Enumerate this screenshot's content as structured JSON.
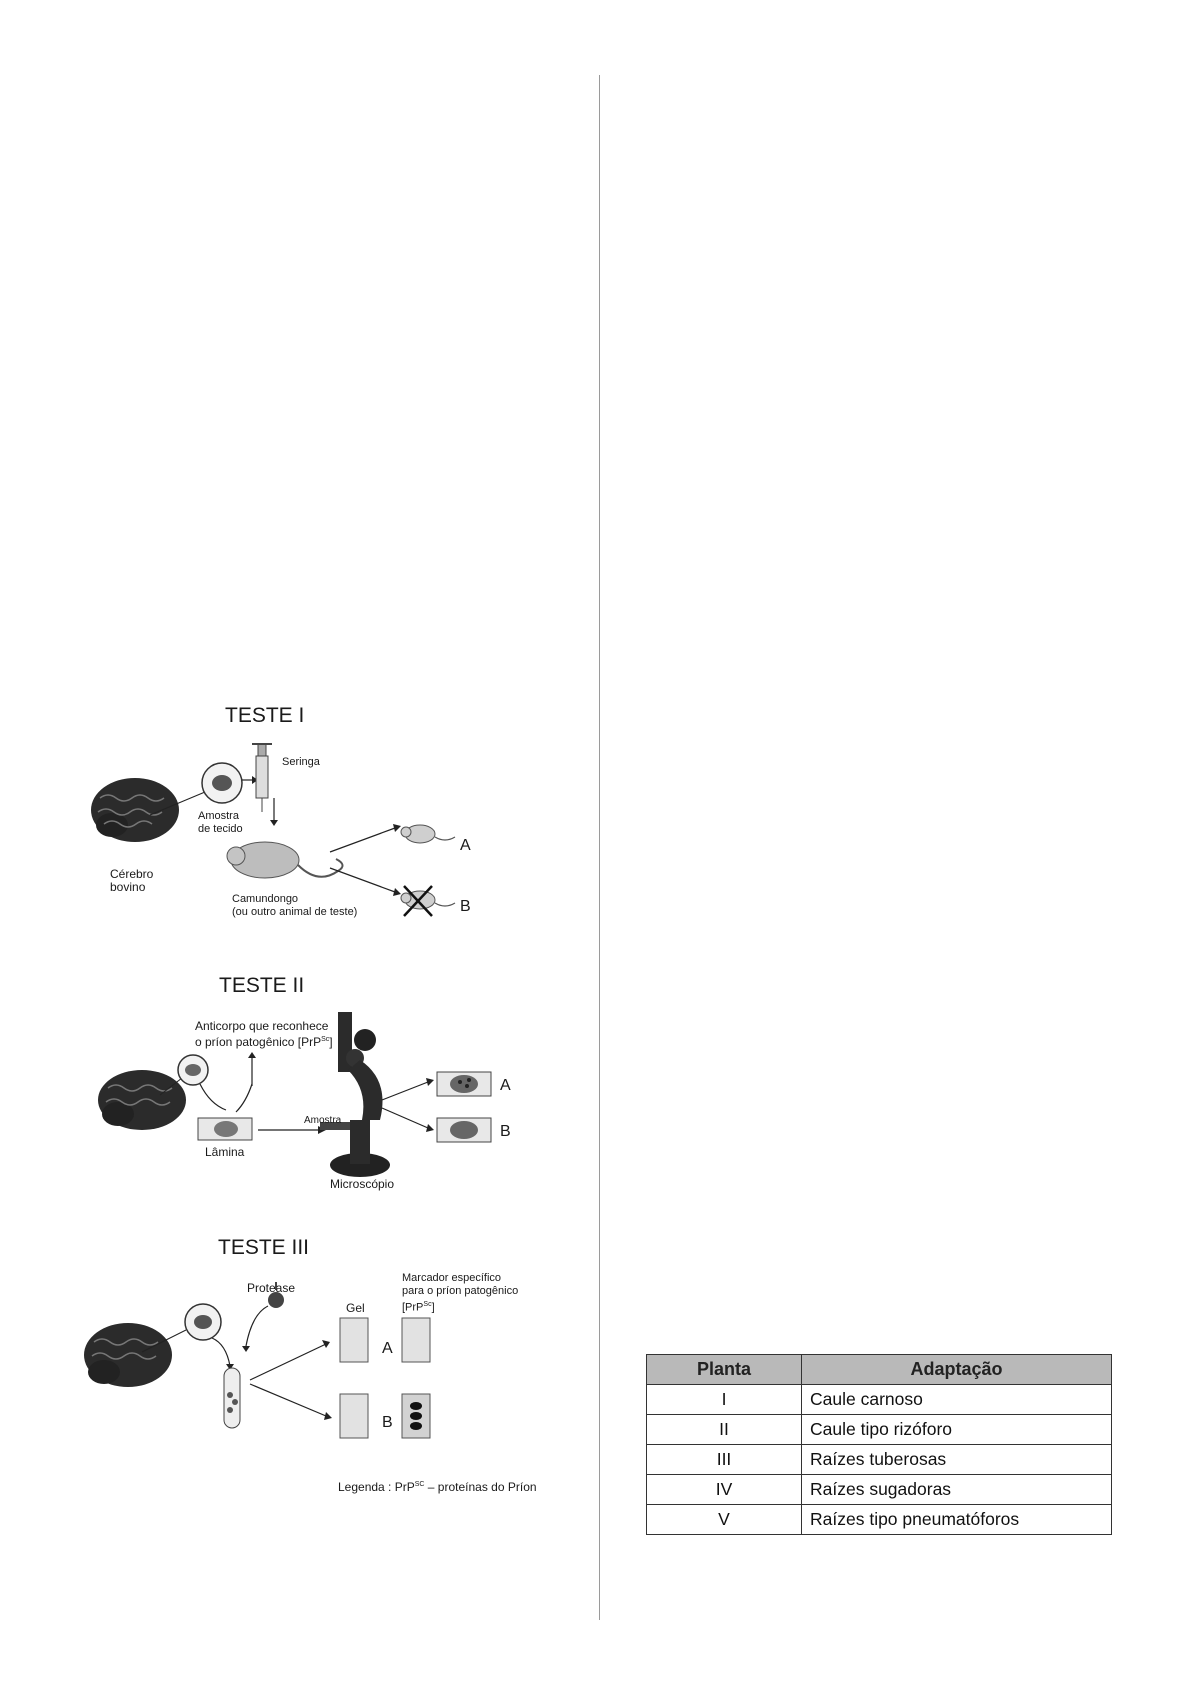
{
  "teste1": {
    "title": "TESTE I",
    "seringa": "Seringa",
    "amostra_line1": "Amostra",
    "amostra_line2": "de tecido",
    "cerebro_line1": "Cérebro",
    "cerebro_line2": "bovino",
    "camundongo_line1": "Camundongo",
    "camundongo_line2": "(ou outro animal de teste)",
    "result_a": "A",
    "result_b": "B"
  },
  "teste2": {
    "title": "TESTE II",
    "anticorpo_line1": "Anticorpo que reconhece",
    "anticorpo_line2_pre": "o príon patogênico [PrP",
    "anticorpo_sup": "Sc",
    "anticorpo_post": "]",
    "amostra": "Amostra",
    "lamina": "Lâmina",
    "microscopio": "Microscópio",
    "result_a": "A",
    "result_b": "B"
  },
  "teste3": {
    "title": "TESTE III",
    "protease": "Protease",
    "gel": "Gel",
    "marcador_line1": "Marcador específico",
    "marcador_line2": "para o príon patogênico",
    "marcador_line3_pre": "[PrP",
    "marcador_sup": "Sc",
    "marcador_post": "]",
    "result_a": "A",
    "result_b": "B"
  },
  "legenda": {
    "pre": "Legenda : PrP",
    "sup": "SC",
    "post": " – proteínas do Príon"
  },
  "table": {
    "headers": [
      "Planta",
      "Adaptação"
    ],
    "rows": [
      [
        "I",
        "Caule carnoso"
      ],
      [
        "II",
        "Caule tipo rizóforo"
      ],
      [
        "III",
        "Raízes tuberosas"
      ],
      [
        "IV",
        "Raízes sugadoras"
      ],
      [
        "V",
        "Raízes tipo pneumatóforos"
      ]
    ]
  }
}
